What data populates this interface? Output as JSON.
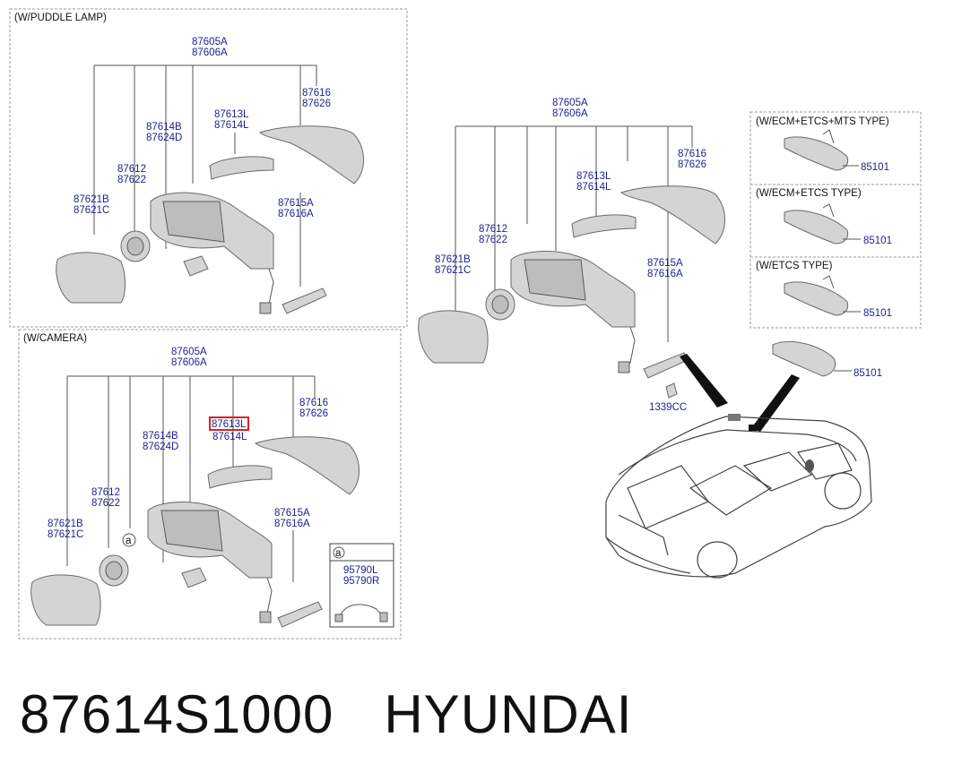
{
  "sections": {
    "puddle": {
      "caption": "(W/PUDDLE LAMP)",
      "labels": {
        "l1": "87605A",
        "l2": "87606A",
        "l3": "87616",
        "l4": "87626",
        "l5": "87613L",
        "l6": "87614L",
        "l7": "87614B",
        "l8": "87624D",
        "l9": "87612",
        "l10": "87622",
        "l11": "87621B",
        "l12": "87621C",
        "l13": "87615A",
        "l14": "87616A"
      }
    },
    "camera": {
      "caption": "(W/CAMERA)",
      "labels": {
        "l1": "87605A",
        "l2": "87606A",
        "l3": "87616",
        "l4": "87626",
        "l5": "87613L",
        "l6": "87614L",
        "l7": "87614B",
        "l8": "87624D",
        "l9": "87612",
        "l10": "87622",
        "l11": "87621B",
        "l12": "87621C",
        "l13": "87615A",
        "l14": "87616A"
      },
      "callout_marker": "a",
      "inset": {
        "marker": "a",
        "l1": "95790L",
        "l2": "95790R"
      }
    },
    "main": {
      "labels": {
        "l1": "87605A",
        "l2": "87606A",
        "l3": "87616",
        "l4": "87626",
        "l5": "87613L",
        "l6": "87614L",
        "l9": "87612",
        "l10": "87622",
        "l11": "87621B",
        "l12": "87621C",
        "l13": "87615A",
        "l14": "87616A",
        "clip": "1339CC",
        "rear_mirror": "85101"
      }
    },
    "rear_mirror_types": [
      {
        "caption": "(W/ECM+ETCS+MTS TYPE)",
        "part": "85101"
      },
      {
        "caption": "(W/ECM+ETCS TYPE)",
        "part": "85101"
      },
      {
        "caption": "(W/ETCS TYPE)",
        "part": "85101"
      }
    ]
  },
  "highlight": {
    "part": "87613L",
    "color": "#e02020"
  },
  "colors": {
    "label": "#1e1e8c",
    "part_fill": "#d4d4d4",
    "outline": "#6a6a6a"
  },
  "footer": {
    "part_number": "87614S1000",
    "brand": "HYUNDAI"
  }
}
